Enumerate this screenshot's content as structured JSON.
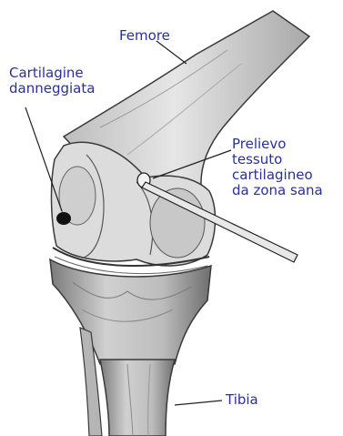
{
  "labels": {
    "femore": "Femore",
    "cartilagine": "Cartilagine\ndanneggiata",
    "prelievo": "Prelievo\ntessuto\ncartilagineo\nda zona sana",
    "tibia": "Tibia"
  },
  "colors": {
    "label_text": "#2a2f9e",
    "bone_outline": "#3a3a3a",
    "bone_fill": "#d9d9d9",
    "bone_shadow": "#9a9a9a",
    "leader_line": "#222222",
    "damage_spot": "#111111"
  }
}
